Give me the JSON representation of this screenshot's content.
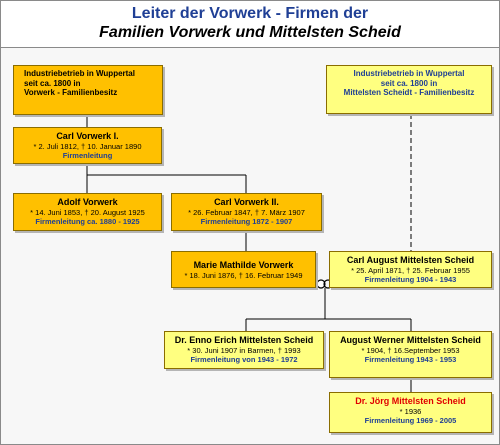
{
  "title": {
    "line1": "Leiter der Vorwerk - Firmen der",
    "line2": "Familien Vorwerk und Mittelsten Scheid"
  },
  "colors": {
    "vorwerk_box": "#ffc000",
    "scheid_box": "#ffff80",
    "title_blue": "#1f3f95",
    "role_blue": "#1f3f95",
    "highlight_red": "#e00000"
  },
  "origins": {
    "vorwerk": {
      "line1": "Industriebetrieb in Wuppertal",
      "line2": "seit ca. 1800 in",
      "line3": "Vorwerk - Familienbesitz"
    },
    "scheid": {
      "line1": "Industriebetrieb in Wuppertal",
      "line2": "seit ca. 1800 in",
      "line3": "Mittelsten Scheidt -  Familienbesitz"
    }
  },
  "people": {
    "carl1": {
      "name": "Carl Vorwerk I.",
      "dates": "* 2. Juli 1812, † 10. Januar 1890",
      "role": "Firmenleitung"
    },
    "adolf": {
      "name": "Adolf Vorwerk",
      "dates": "* 14. Juni 1853, † 20. August 1925",
      "role": "Firmenleitung ca. 1880 - 1925"
    },
    "carl2": {
      "name": "Carl Vorwerk II.",
      "dates": "* 26. Februar 1847, † 7. März 1907",
      "role": "Firmenleitung 1872 - 1907"
    },
    "marie": {
      "name": "Marie Mathilde Vorwerk",
      "dates": "* 18. Juni 1876, † 16. Februar 1949",
      "role": ""
    },
    "carl_august": {
      "name": "Carl August Mittelsten Scheid",
      "dates": "* 25. April 1871, † 25. Februar 1955",
      "role": "Firmenleitung 1904 - 1943"
    },
    "enno": {
      "name": "Dr. Enno Erich Mittelsten Scheid",
      "dates": "* 30. Juni 1907 in Barmen, † 1993",
      "role": "Firmenleitung von 1943 - 1972"
    },
    "august_werner": {
      "name": "August Werner Mittelsten Scheid",
      "dates": "* 1904, † 16.September 1953",
      "role": "Firmenleitung 1943 - 1953"
    },
    "joerg": {
      "name": "Dr. Jörg Mittelsten Scheid",
      "dates": "* 1936",
      "role": "Firmenleitung 1969 - 2005"
    }
  }
}
